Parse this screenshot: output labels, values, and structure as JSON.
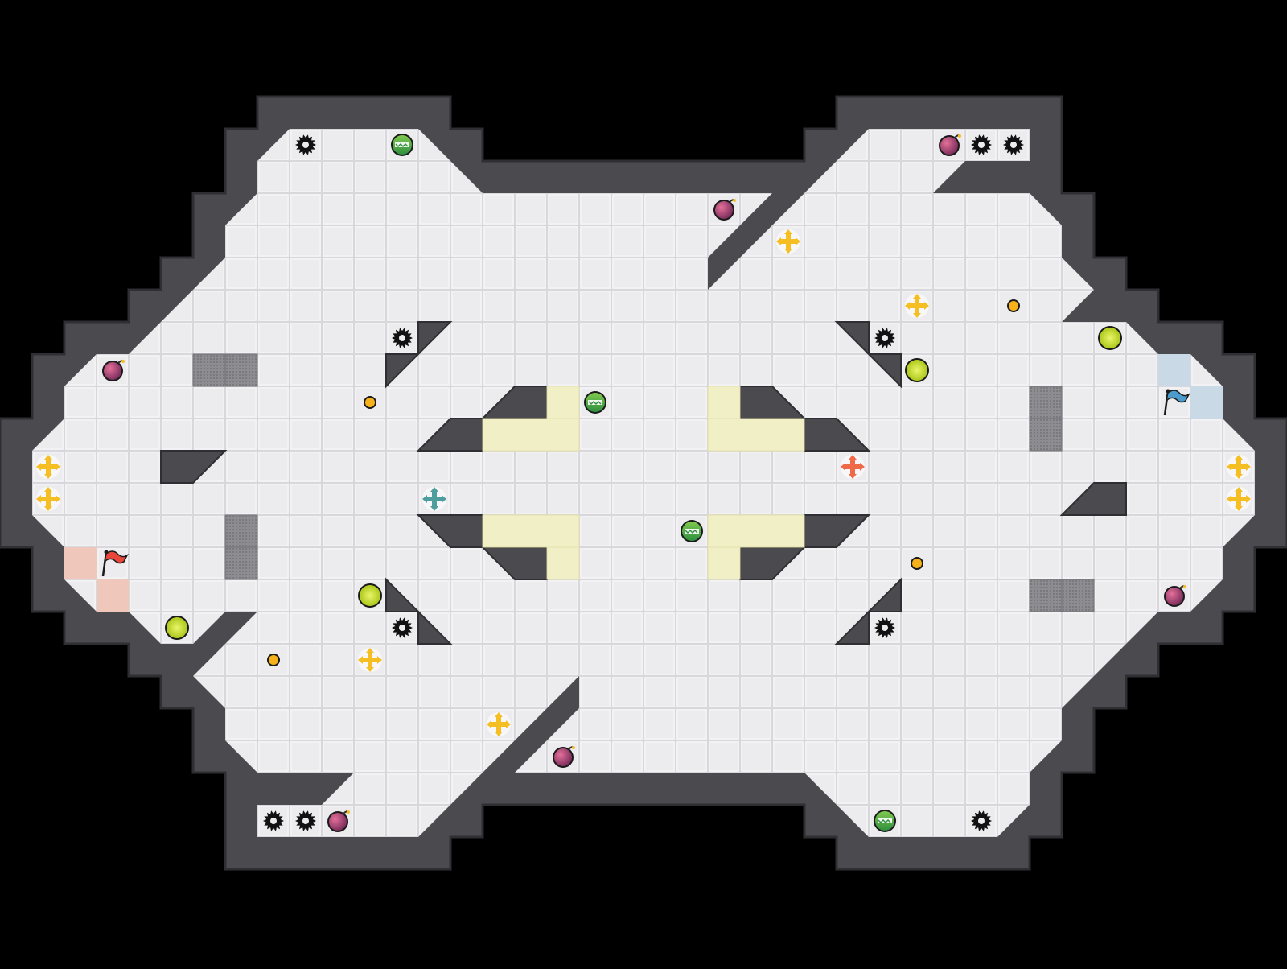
{
  "game": {
    "title": "",
    "colors": {
      "background": "#000000",
      "wall": "#4a4a4f",
      "wall_edge": "#2e2e33",
      "floor": "#ececef",
      "floor_line": "#d6d6da",
      "zone_yellow": "#f1efc6",
      "red_base": "#efc8bb",
      "blue_base": "#c9d9e6",
      "red_flag": "#e8463a",
      "blue_flag": "#4a9ccc",
      "bomb": "#9a3b6a",
      "powerup": "#39a54a",
      "booster_yellow": "#f5bf23",
      "booster_red": "#ef6b48",
      "booster_teal": "#4f9e9e",
      "button": "#f5b21b",
      "portal": "#c9e21b",
      "spike": "#111111",
      "gate": "#8d8d91"
    },
    "tile_types": [
      "floor",
      "wall",
      "spike",
      "bomb",
      "powerup",
      "speed-booster",
      "button",
      "portal",
      "gate",
      "red-flag",
      "blue-flag",
      "team-zone"
    ],
    "entities": [
      {
        "type": "spike",
        "col": 9,
        "row": 4
      },
      {
        "type": "powerup",
        "col": 12,
        "row": 4
      },
      {
        "type": "bomb",
        "col": 29,
        "row": 4
      },
      {
        "type": "spike",
        "col": 30,
        "row": 4
      },
      {
        "type": "spike",
        "col": 31,
        "row": 4
      },
      {
        "type": "bomb",
        "col": 22,
        "row": 6
      },
      {
        "type": "booster-yellow",
        "col": 24,
        "row": 7
      },
      {
        "type": "booster-yellow",
        "col": 28,
        "row": 9
      },
      {
        "type": "button",
        "col": 31,
        "row": 9
      },
      {
        "type": "spike",
        "col": 12,
        "row": 10
      },
      {
        "type": "spike",
        "col": 27,
        "row": 10
      },
      {
        "type": "portal",
        "col": 34,
        "row": 10
      },
      {
        "type": "bomb",
        "col": 3,
        "row": 11
      },
      {
        "type": "portal",
        "col": 28,
        "row": 11
      },
      {
        "type": "button",
        "col": 11,
        "row": 12
      },
      {
        "type": "powerup",
        "col": 18,
        "row": 12
      },
      {
        "type": "blue-flag",
        "col": 36,
        "row": 12
      },
      {
        "type": "booster-yellow",
        "col": 1,
        "row": 14
      },
      {
        "type": "booster-red",
        "col": 26,
        "row": 14
      },
      {
        "type": "booster-yellow",
        "col": 38,
        "row": 14
      },
      {
        "type": "booster-yellow",
        "col": 1,
        "row": 15
      },
      {
        "type": "booster-teal",
        "col": 13,
        "row": 15
      },
      {
        "type": "booster-yellow",
        "col": 38,
        "row": 15
      },
      {
        "type": "powerup",
        "col": 21,
        "row": 16
      },
      {
        "type": "red-flag",
        "col": 3,
        "row": 17
      },
      {
        "type": "button",
        "col": 28,
        "row": 17
      },
      {
        "type": "portal",
        "col": 11,
        "row": 18
      },
      {
        "type": "bomb",
        "col": 36,
        "row": 18
      },
      {
        "type": "portal",
        "col": 5,
        "row": 19
      },
      {
        "type": "spike",
        "col": 12,
        "row": 19
      },
      {
        "type": "spike",
        "col": 27,
        "row": 19
      },
      {
        "type": "button",
        "col": 8,
        "row": 20
      },
      {
        "type": "booster-yellow",
        "col": 11,
        "row": 20
      },
      {
        "type": "booster-yellow",
        "col": 15,
        "row": 22
      },
      {
        "type": "bomb",
        "col": 17,
        "row": 23
      },
      {
        "type": "spike",
        "col": 8,
        "row": 25
      },
      {
        "type": "spike",
        "col": 9,
        "row": 25
      },
      {
        "type": "bomb",
        "col": 10,
        "row": 25
      },
      {
        "type": "powerup",
        "col": 27,
        "row": 25
      },
      {
        "type": "spike",
        "col": 30,
        "row": 25
      }
    ]
  }
}
